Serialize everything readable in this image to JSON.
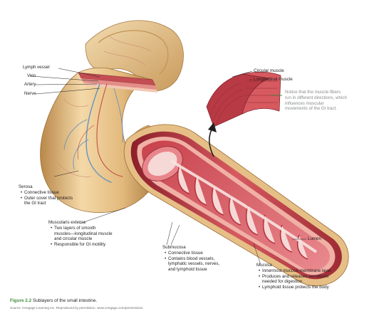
{
  "labels": {
    "lymph_vessel": "Lymph vessel",
    "vein": "Vein",
    "artery": "Artery",
    "nerve": "Nerve",
    "circular_muscle": "Circular muscle",
    "longitudinal_muscle": "Longitudinal muscle",
    "lumen": "Lumen"
  },
  "note": "Notice that the muscle fibers run in different directions, which influences muscular movements of the GI tract.",
  "serosa": {
    "title": "Serosa",
    "items": [
      "Connective tissue",
      "Outer cover that protects",
      "the GI tract"
    ]
  },
  "muscularis": {
    "title": "Muscularis externa",
    "items": [
      "Two layers of smooth",
      "muscles—longitudinal muscle",
      "and circular muscle",
      "Responsible for GI motility"
    ]
  },
  "submucosa": {
    "title": "Submucosa",
    "items": [
      "Connective tissue",
      "Contains blood vessels,",
      "lymphatic vessels, nerves,",
      "and lymphoid tissue"
    ]
  },
  "mucosa": {
    "title": "Mucosa",
    "items": [
      "Innermost mucous membrane layer",
      "Produces and releases secretions",
      "needed for digestion",
      "Lymphoid tissue protects the body"
    ]
  },
  "caption": {
    "figure_number": "Figure 2.2",
    "figure_title": "Sublayers of the small intestine.",
    "source": "Source: Cengage Learning Inc. Reproduced by permission. www.cengage.com/permissions"
  },
  "colors": {
    "serosa": "#e2bd86",
    "muscle": "#c9454d",
    "mucosa": "#e9868c",
    "lumen": "#f6d9d6",
    "vessel": "#5d8fc1",
    "note_green": "#3f8f3f"
  }
}
